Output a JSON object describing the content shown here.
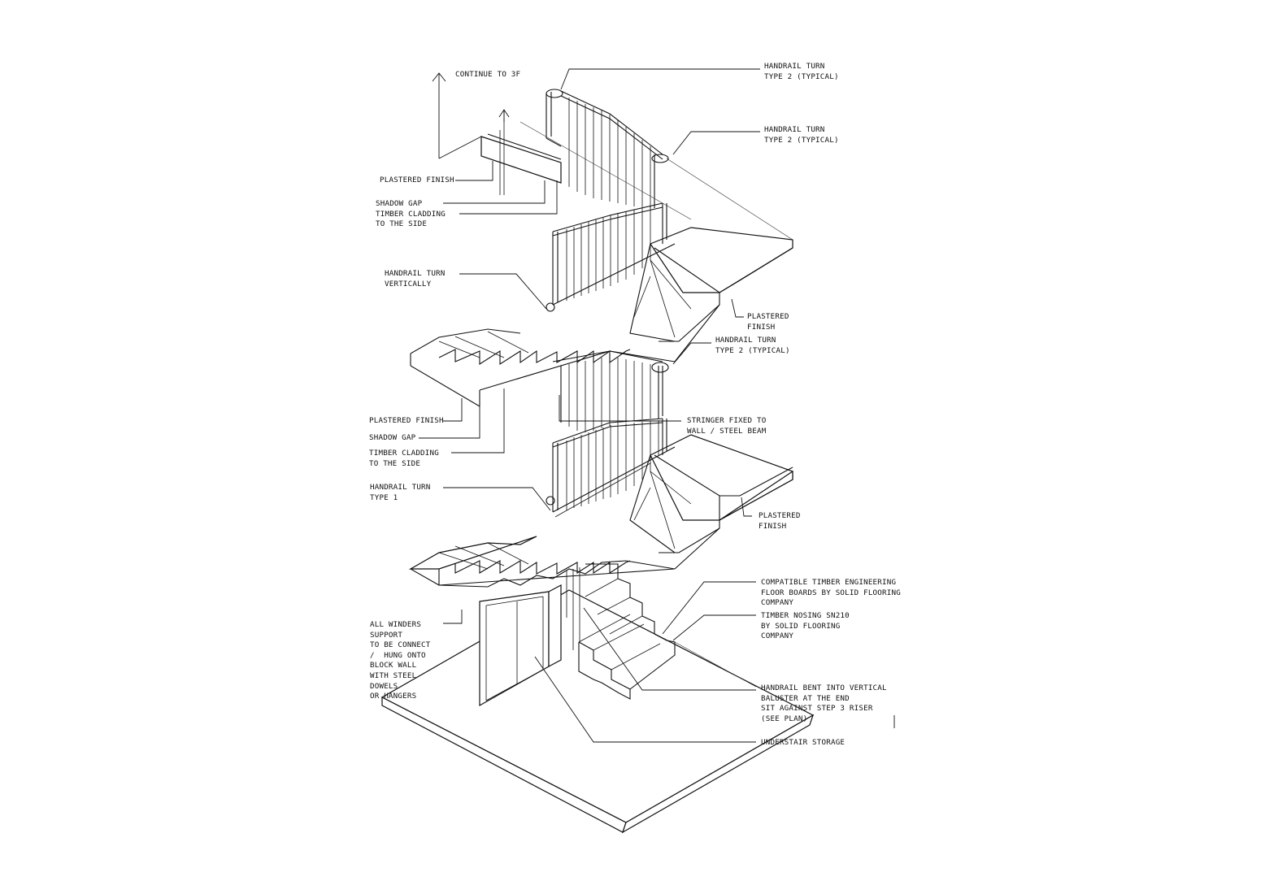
{
  "labels": {
    "continue": "CONTINUE TO 3F",
    "handrail_turn_1": "HANDRAIL TURN\nTYPE 2 (TYPICAL)",
    "handrail_turn_2": "HANDRAIL TURN\nTYPE 2 (TYPICAL)",
    "plastered_finish_top": "PLASTERED FINISH",
    "shadow_gap_top": "SHADOW GAP\nTIMBER CLADDING\nTO THE SIDE",
    "handrail_vertical": "HANDRAIL TURN\nVERTICALLY",
    "plastered_finish_r1": "PLASTERED\nFINISH",
    "handrail_turn_3": "HANDRAIL TURN\nTYPE 2 (TYPICAL)",
    "plastered_finish_mid": "PLASTERED FINISH",
    "shadow_gap_mid": "SHADOW GAP",
    "timber_cladding_mid": "TIMBER CLADDING\nTO THE SIDE",
    "stringer": "STRINGER FIXED TO\nWALL / STEEL BEAM",
    "handrail_type1": "HANDRAIL TURN\nTYPE 1",
    "plastered_finish_r2": "PLASTERED\nFINISH",
    "floor_boards": "COMPATIBLE TIMBER ENGINEERING\nFLOOR BOARDS BY SOLID FLOORING\nCOMPANY",
    "timber_nosing": "TIMBER NOSING SN210\nBY SOLID FLOORING\nCOMPANY",
    "winders": "ALL WINDERS\nSUPPORT\nTO BE CONNECT\n/  HUNG ONTO\nBLOCK WALL\nWITH STEEL\nDOWELS\nOR HANGERS",
    "handrail_bent": "HANDRAIL BENT INTO VERTICAL\nBALUSTER AT THE END\nSIT AGAINST STEP 3 RISER\n(SEE PLAN)",
    "understair": "UNDERSTAIR STORAGE"
  }
}
